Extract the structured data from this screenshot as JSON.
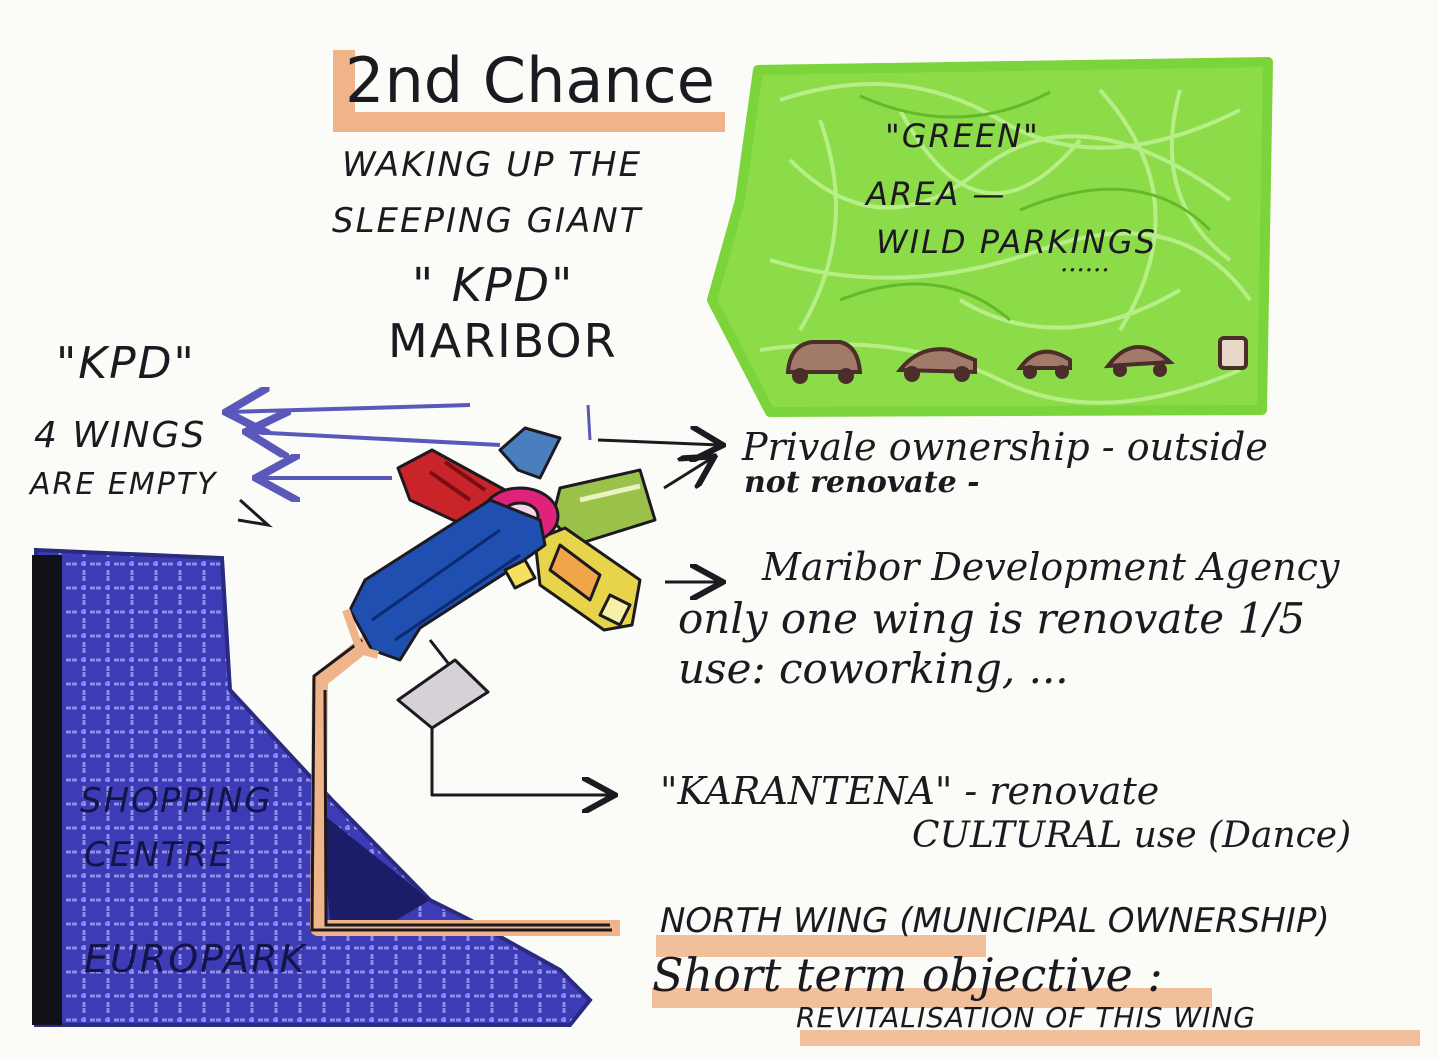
{
  "title": "2nd Chance",
  "subtitle": {
    "line1": "WAKING UP THE",
    "line2": "SLEEPING GIANT",
    "line3": "\" KPD\"",
    "line4": "MARIBOR"
  },
  "green_area": {
    "line1": "\"GREEN\"",
    "line2": "AREA —",
    "line3": "WILD PARKINGS",
    "dots": "......",
    "fill_color": "#8cdc4a"
  },
  "kpd_note": {
    "line1": "\"KPD\"",
    "line2": "4 WINGS",
    "line3": "ARE EMPTY"
  },
  "annotations": {
    "private_line1": "Privale ownership - outside",
    "private_line2": "not renovate -",
    "agency_line1": "Maribor Development Agency",
    "agency_line2": "only one wing is renovate 1/5",
    "agency_line3": "use: coworking, ...",
    "karantena_line1": "\"KARANTENA\" - renovate",
    "karantena_line2": "CULTURAL use (Dance)",
    "north_line1": "NORTH WING (MUNICIPAL OWNERSHIP)",
    "north_line2": "Short term objective :",
    "north_line3": "REVITALISATION OF THIS WING"
  },
  "shopping_centre": {
    "line1": "SHOPPING",
    "line2": "CENTRE",
    "line3": "EUROPARK",
    "fill_color": "#3b3ab4"
  },
  "wing_colors": {
    "red": "#c8242a",
    "blue": "#1f4fb0",
    "green": "#9ac24a",
    "yellow": "#e8d44a",
    "orange": "#f0a548",
    "pink": "#e0237a",
    "grey": "#d6d1d6",
    "highlight": "#efb48a"
  }
}
